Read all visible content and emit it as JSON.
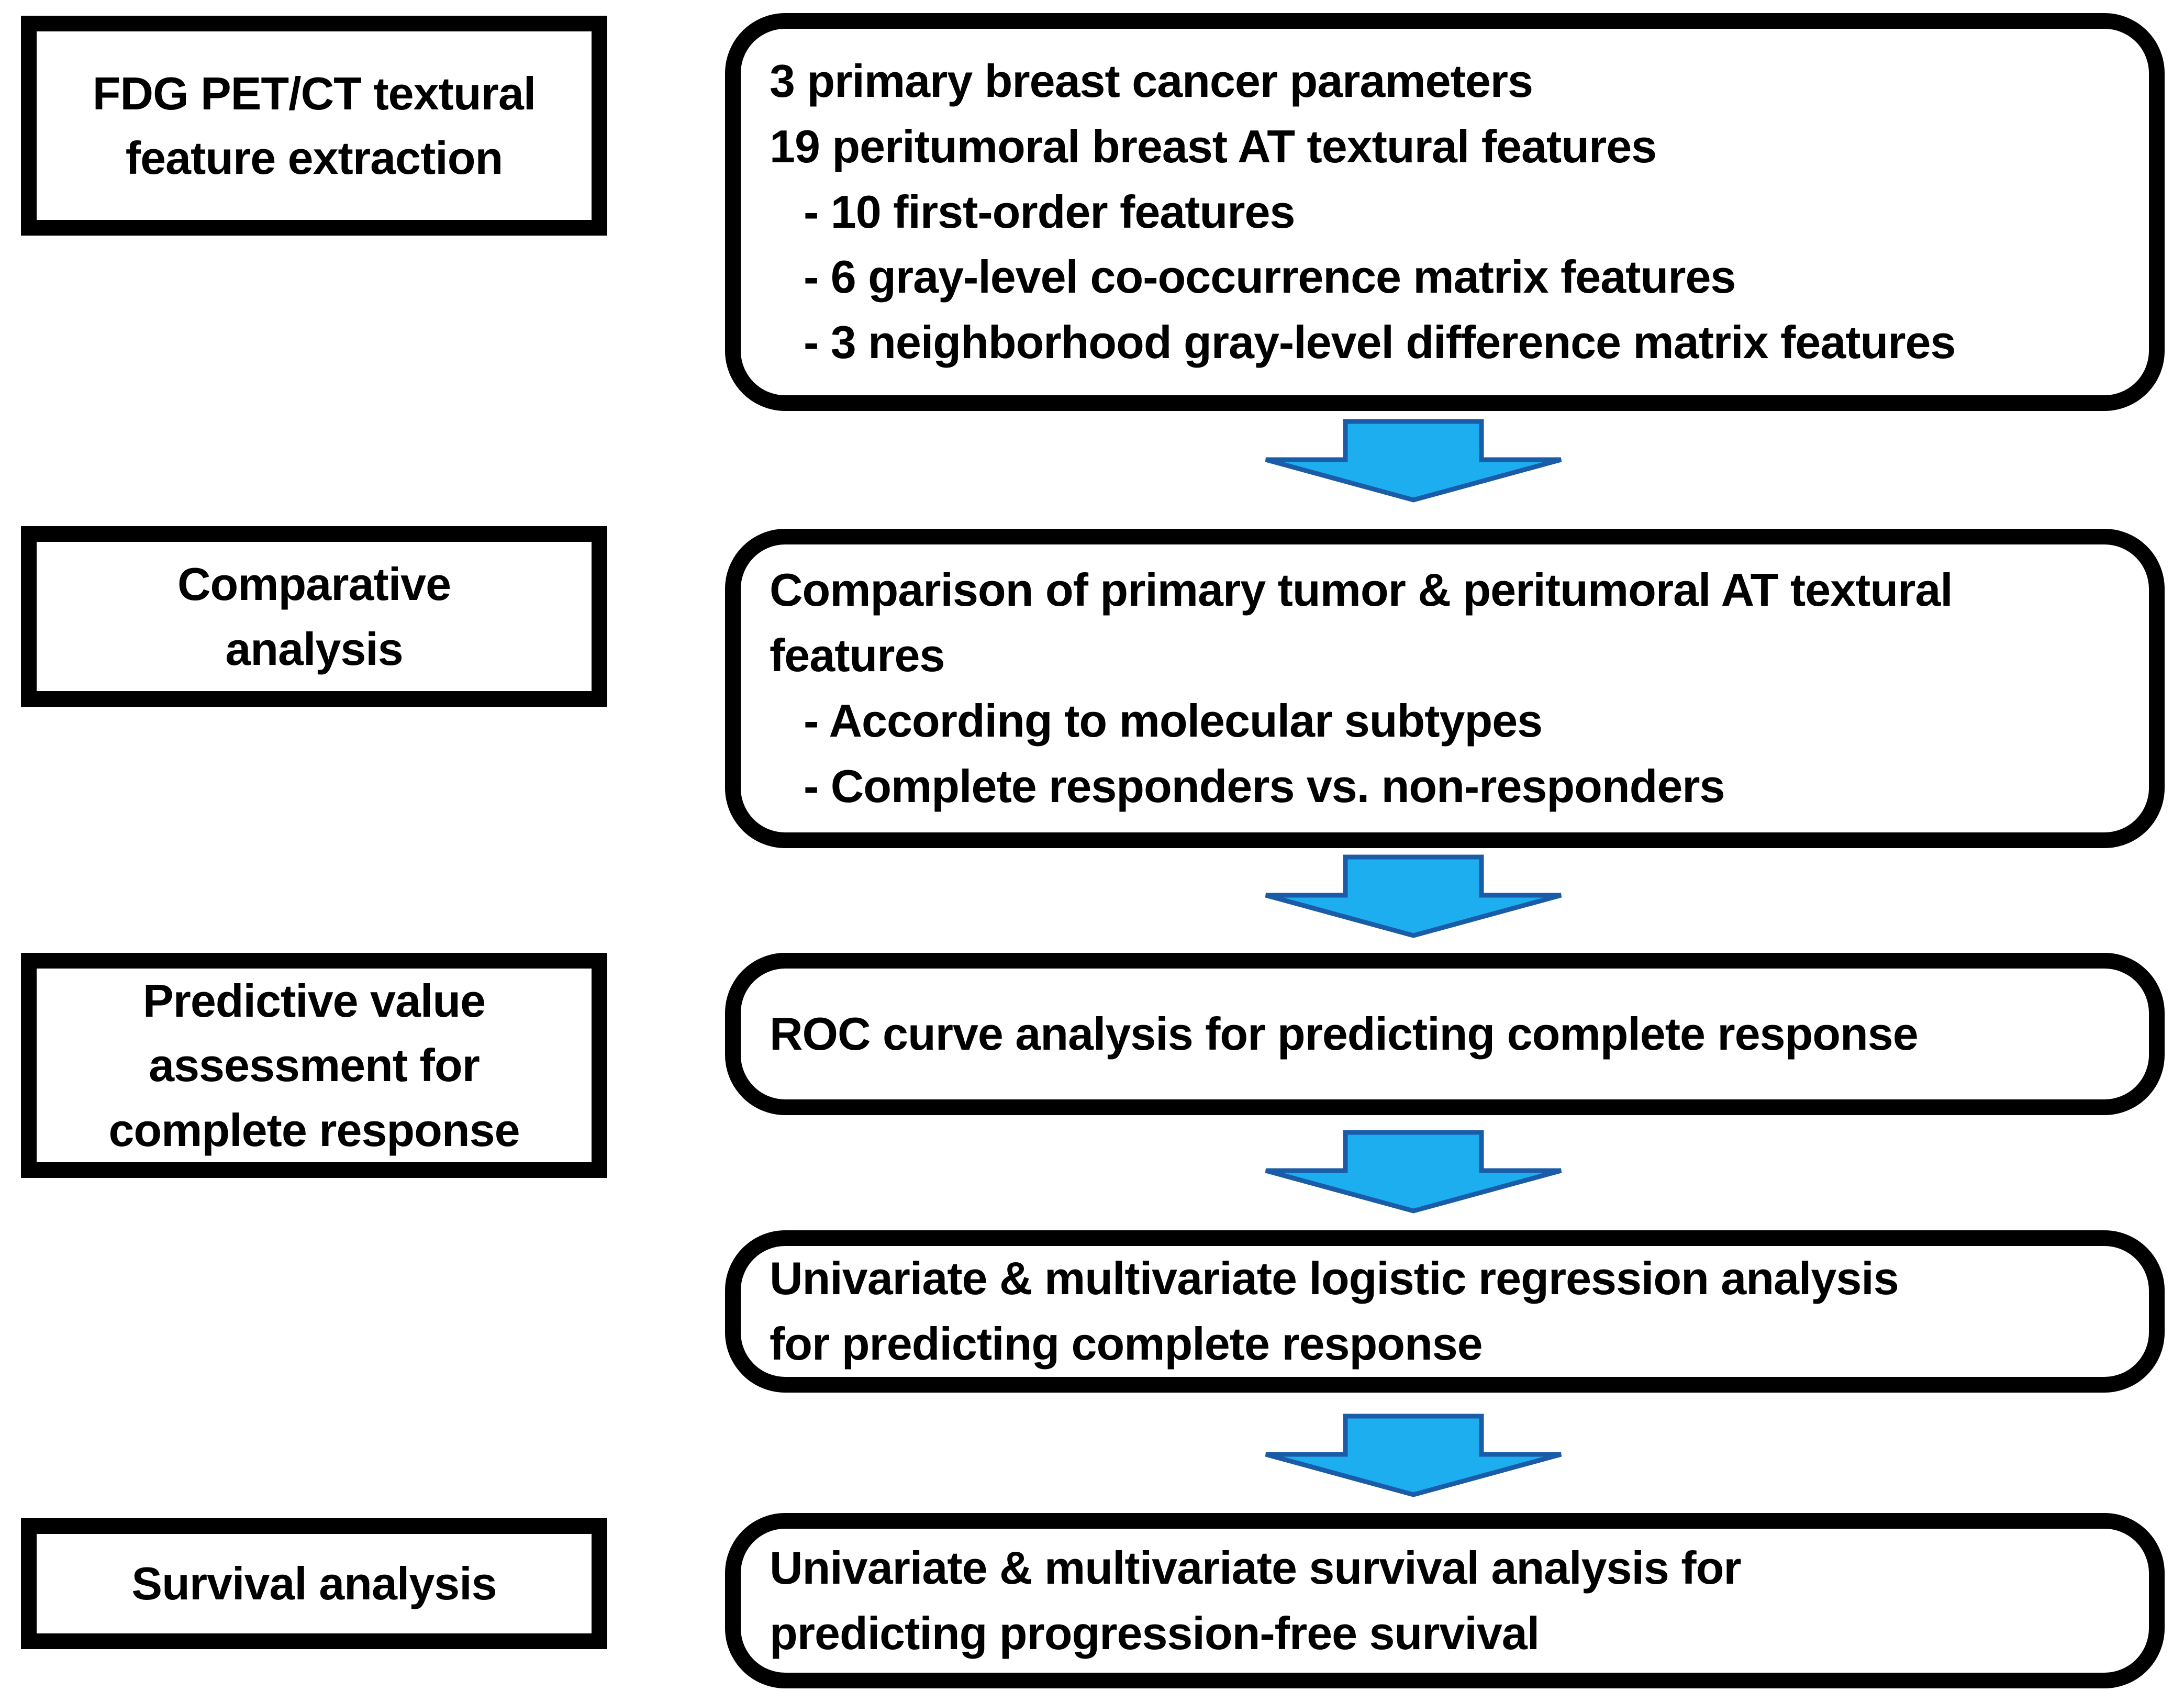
{
  "figure": {
    "type": "study-workflow-flowchart",
    "orientation": "left stage labels, right detail boxes, downward arrows between detail boxes"
  },
  "palette": {
    "arrow_fill": "#1CAEEF",
    "arrow_stroke": "#1A5CA8",
    "ink": "#000000",
    "box_bg": "#FFFFFF"
  },
  "left_boxes": [
    {
      "id": "feature-extraction",
      "lines": [
        "FDG PET/CT textural",
        "feature extraction"
      ]
    },
    {
      "id": "comparative-analysis",
      "lines": [
        "Comparative",
        "analysis"
      ]
    },
    {
      "id": "predictive-value",
      "lines": [
        "Predictive value",
        "assessment for",
        "complete response"
      ]
    },
    {
      "id": "survival-analysis",
      "lines": [
        "Survival analysis"
      ]
    }
  ],
  "right_boxes": [
    {
      "id": "extraction-details",
      "lines": [
        "3 primary breast cancer parameters",
        "19 peritumoral breast AT textural features",
        "- 10 first-order features",
        "- 6 gray-level co-occurrence matrix features",
        "- 3 neighborhood gray-level difference matrix features"
      ]
    },
    {
      "id": "comparison-details",
      "lines": [
        "Comparison of primary tumor & peritumoral AT textural",
        "features",
        "- According to molecular subtypes",
        "- Complete responders vs. non-responders"
      ]
    },
    {
      "id": "roc-analysis",
      "lines": [
        "ROC curve analysis for predicting complete response"
      ]
    },
    {
      "id": "logistic-regression",
      "lines": [
        "Univariate & multivariate logistic regression analysis",
        "for predicting complete response"
      ]
    },
    {
      "id": "survival-details",
      "lines": [
        "Univariate & multivariate survival analysis for",
        "predicting progression-free survival"
      ]
    }
  ]
}
